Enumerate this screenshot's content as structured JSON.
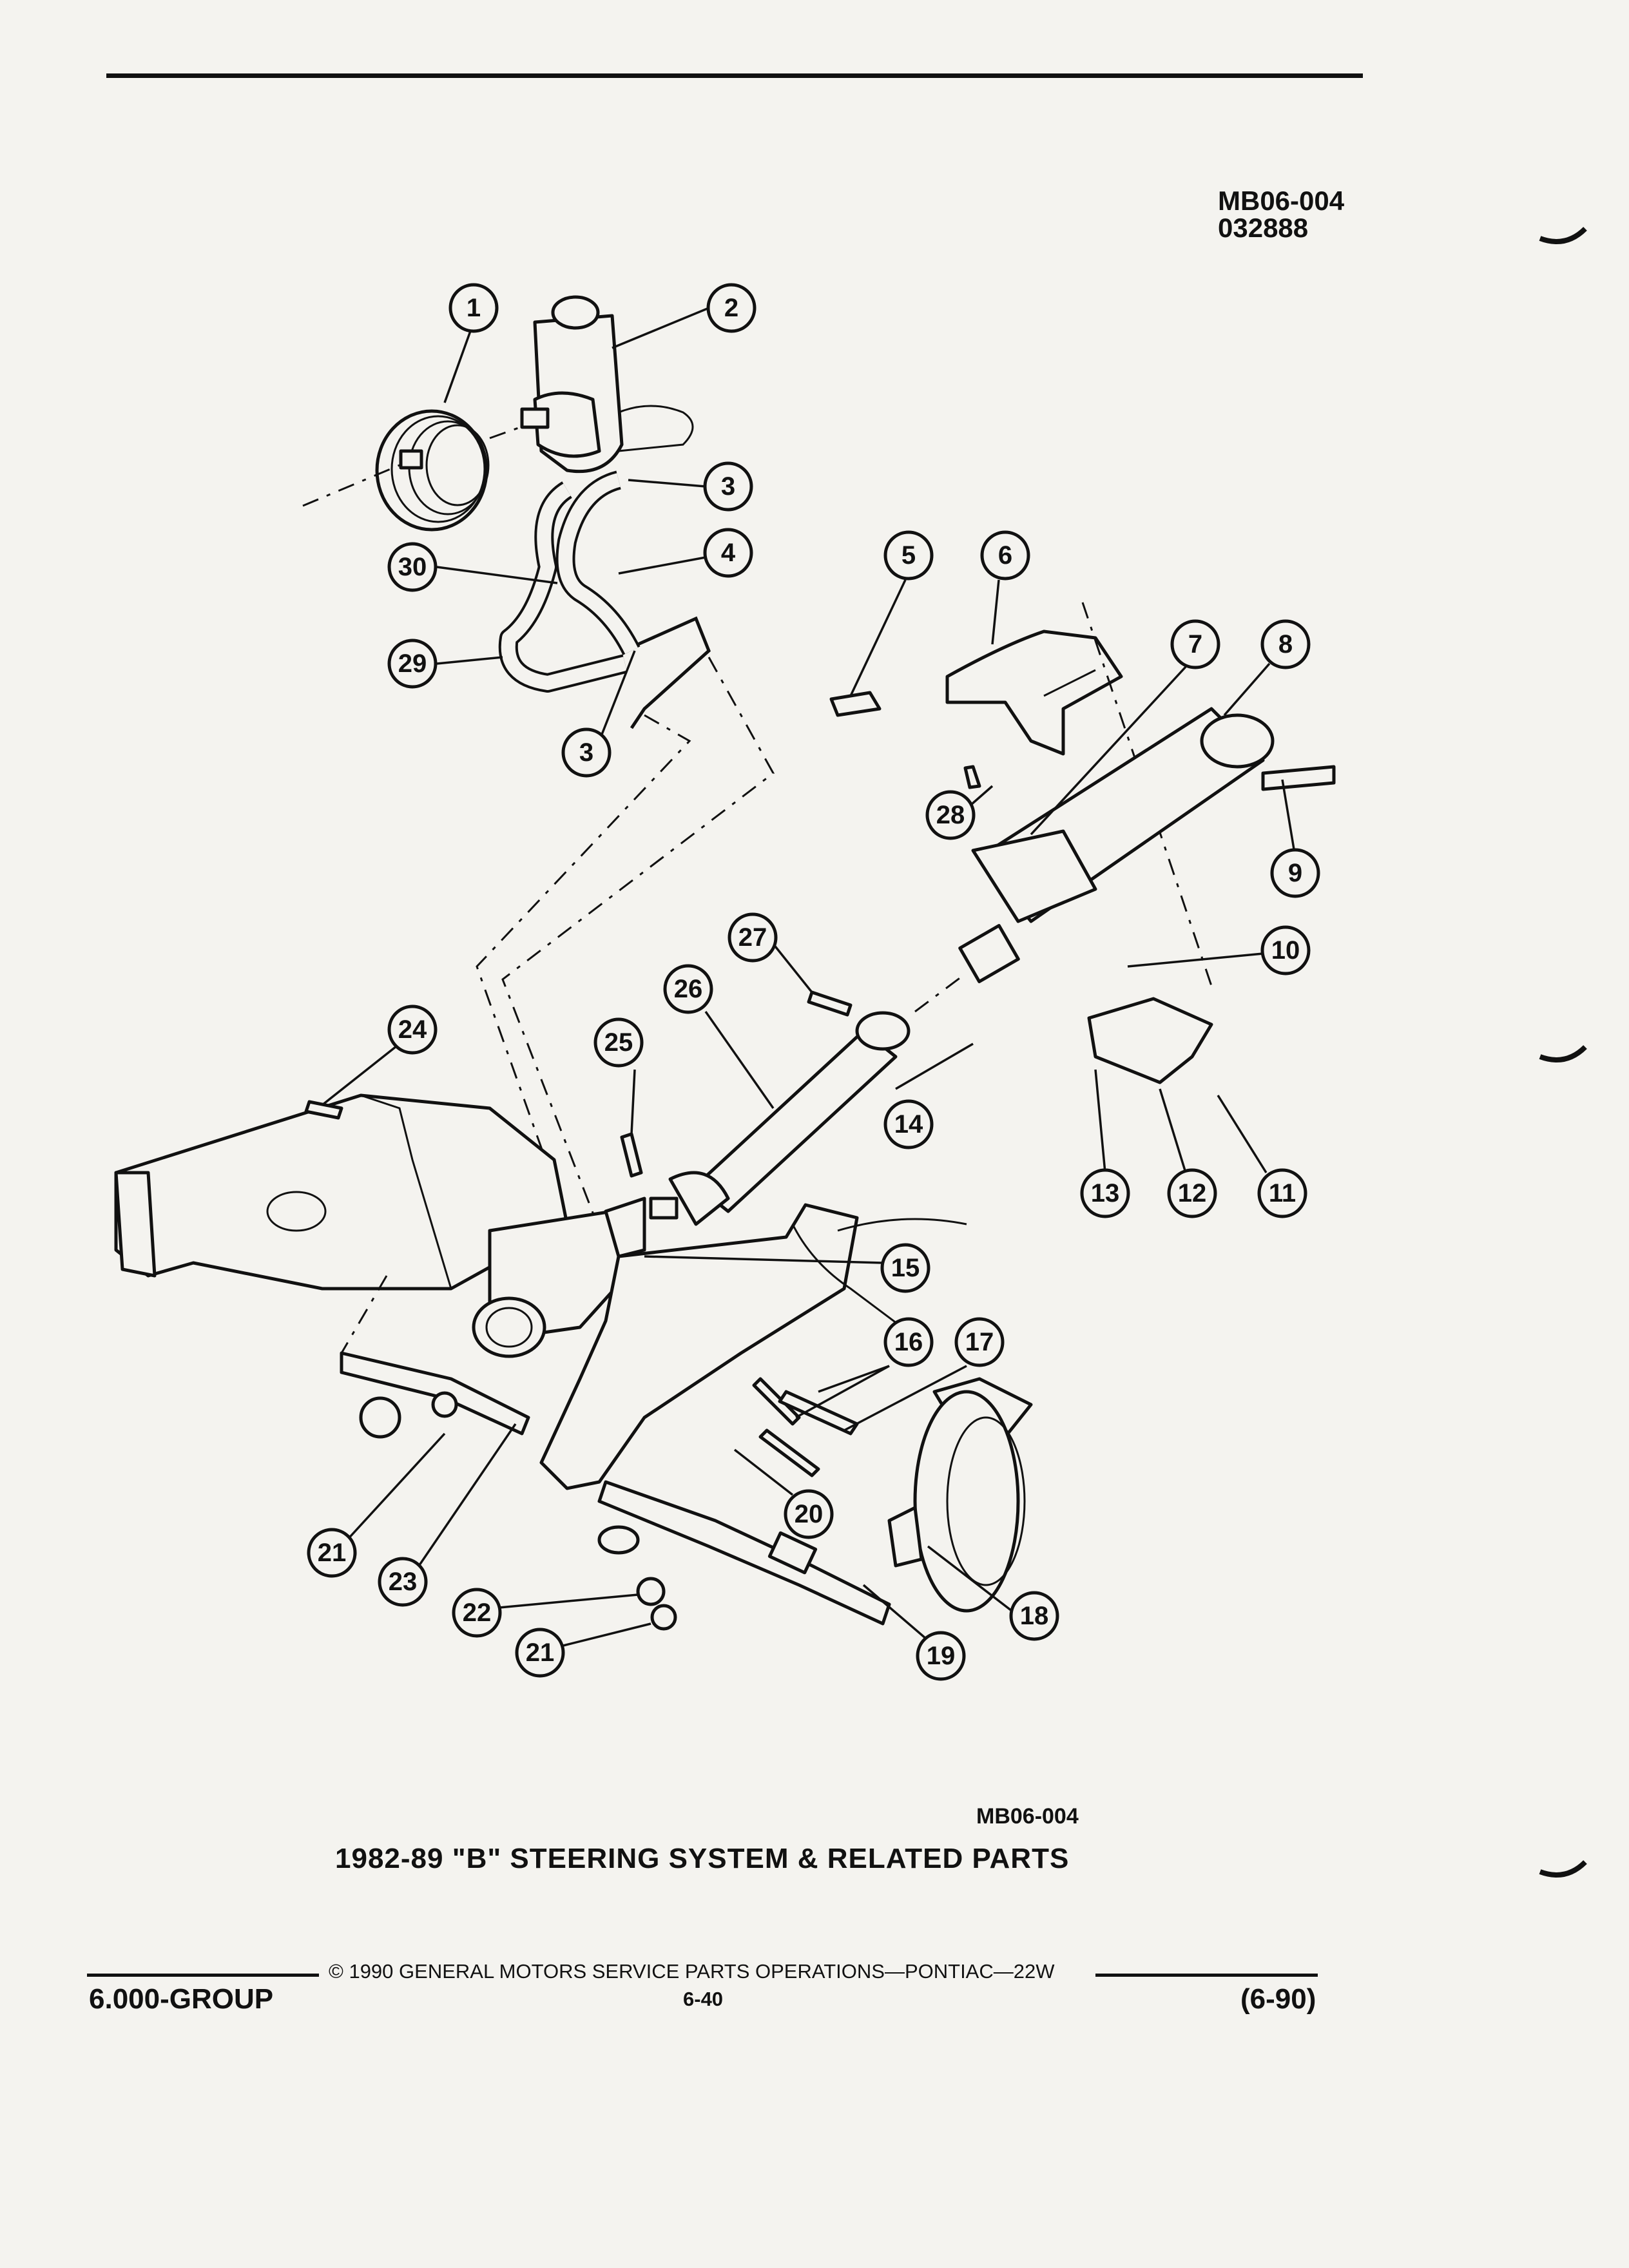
{
  "header": {
    "code": "MB06-004",
    "number": "032888"
  },
  "figure": {
    "code": "MB06-004",
    "title": "1982-89 \"B\" STEERING SYSTEM & RELATED PARTS",
    "callouts": [
      "1",
      "2",
      "3",
      "3",
      "4",
      "5",
      "6",
      "7",
      "8",
      "9",
      "10",
      "11",
      "12",
      "13",
      "14",
      "15",
      "16",
      "17",
      "18",
      "19",
      "20",
      "21",
      "21",
      "22",
      "23",
      "24",
      "25",
      "26",
      "27",
      "28",
      "29",
      "30"
    ]
  },
  "footer": {
    "group": "6.000-GROUP",
    "copyright": "© 1990 GENERAL MOTORS SERVICE PARTS OPERATIONS—PONTIAC—22W",
    "page": "6-40",
    "date": "(6-90)"
  }
}
